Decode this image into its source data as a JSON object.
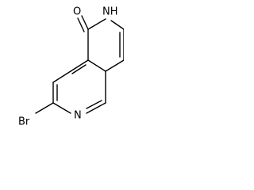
{
  "molecule": {
    "atoms": [
      {
        "id": "N6",
        "label": "NH"
      },
      {
        "id": "O5",
        "label": "O"
      },
      {
        "id": "N1",
        "label": "N"
      },
      {
        "id": "Br3",
        "label": "Br"
      }
    ],
    "line_color": "#000000",
    "background": "#ffffff"
  }
}
